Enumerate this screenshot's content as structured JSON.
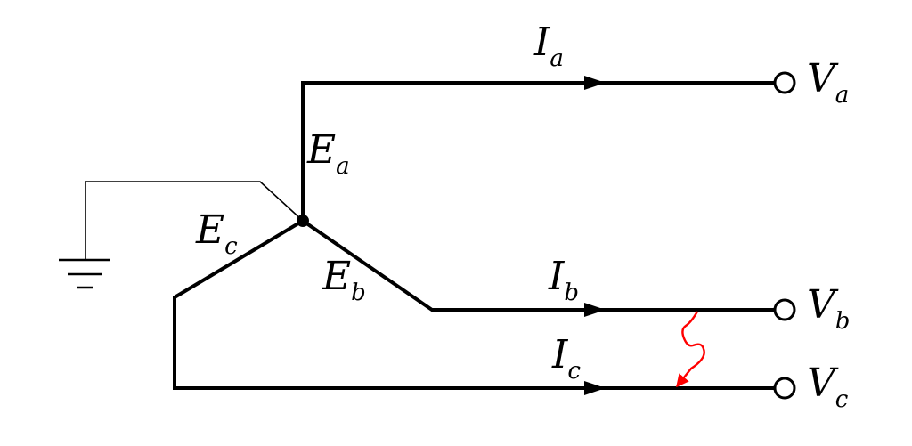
{
  "labels": {
    "Ia": {
      "main": "I",
      "sub": "a"
    },
    "Ib": {
      "main": "I",
      "sub": "b"
    },
    "Ic": {
      "main": "I",
      "sub": "c"
    },
    "Ea": {
      "main": "E",
      "sub": "a"
    },
    "Eb": {
      "main": "E",
      "sub": "b"
    },
    "Ec": {
      "main": "E",
      "sub": "c"
    },
    "Va": {
      "main": "V",
      "sub": "a"
    },
    "Vb": {
      "main": "V",
      "sub": "b"
    },
    "Vc": {
      "main": "V",
      "sub": "c"
    }
  },
  "colors": {
    "wire": "#000000",
    "fault": "#ff0000",
    "background": "#ffffff"
  },
  "icons": {
    "ground": "ground-icon",
    "fault": "fault-arrow-icon",
    "terminal": "terminal-circle-icon",
    "current_arrow": "arrow-right-icon",
    "neutral": "junction-dot-icon"
  }
}
